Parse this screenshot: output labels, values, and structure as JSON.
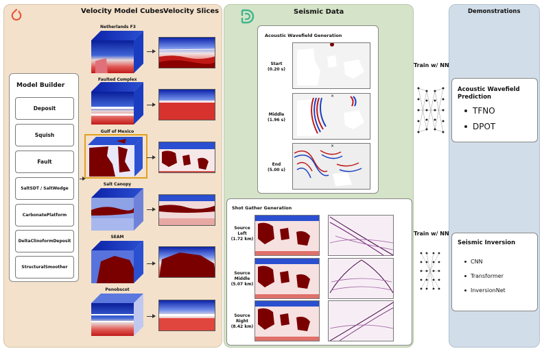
{
  "left": {
    "title_cubes": "Velocity Model Cubes",
    "title_slices": "Velocity Slices",
    "model_builder": {
      "title": "Model Builder",
      "items": [
        "Deposit",
        "Squish",
        "Fault",
        "SaltSDT / SaltWedge",
        "CarbonatePlatform",
        "DeltaClinoformDeposit",
        "StructuralSmoother"
      ]
    },
    "cube_labels": [
      "Netherlands F3",
      "Faulted Complex",
      "Gulf of Mexico",
      "Salt Canopy",
      "SEAM",
      "Penobscot"
    ]
  },
  "middle": {
    "title": "Seismic Data",
    "wavefield": {
      "title": "Acoustic Wavefield Generation",
      "rows": [
        {
          "label": "Start",
          "time": "(0.20 s)"
        },
        {
          "label": "Middle",
          "time": "(1.96 s)"
        },
        {
          "label": "End",
          "time": "(5.00 s)"
        }
      ]
    },
    "shot_gather": {
      "title": "Shot Gather Generation",
      "rows": [
        {
          "label1": "Source",
          "label2": "Left",
          "pos": "(1.72 km)"
        },
        {
          "label1": "Source",
          "label2": "Middle",
          "pos": "(5.07 km)"
        },
        {
          "label1": "Source",
          "label2": "Right",
          "pos": "(8.42 km)"
        }
      ]
    }
  },
  "train": {
    "label1": "Train w/ NN",
    "label2": "Train w/ NN"
  },
  "right": {
    "title": "Demonstrations",
    "wavefield_box": {
      "title1": "Acoustic Wavefield",
      "title2": "Prediction",
      "items": [
        "TFNO",
        "DPOT"
      ]
    },
    "inversion_box": {
      "title": "Seismic Inversion",
      "items": [
        "CNN",
        "Transformer",
        "InversionNet"
      ]
    }
  },
  "colors": {
    "left_bg": "#f3e1cb",
    "middle_bg": "#d5e3c8",
    "right_bg": "#d1dde8",
    "salt_red": "#7a0000",
    "velocity_blue": "#1236b5",
    "highlight": "#e0a020",
    "logo_orange": "#e8573a",
    "logo_green": "#3fb58c"
  },
  "icons": [
    "pytorch-logo-icon",
    "d-logo-icon",
    "neural-network-icon"
  ]
}
